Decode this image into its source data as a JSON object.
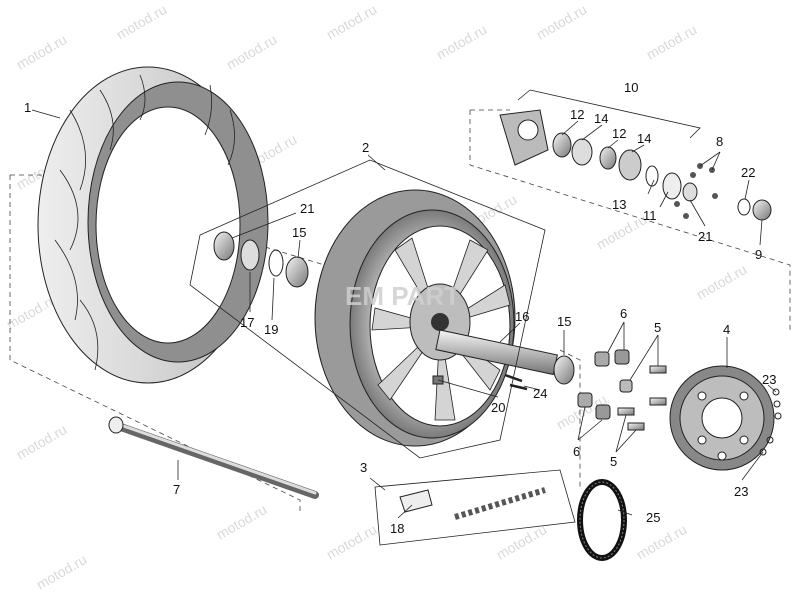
{
  "watermark": {
    "text": "motod.ru",
    "logo_text": "EM   PART"
  },
  "callouts": {
    "tire": "1",
    "rim": "2",
    "chain_kit": "3",
    "sprocket": "4",
    "bolt_upper": "5",
    "bolt_lower": "5",
    "damper_upper": "6",
    "damper_lower": "6",
    "axle": "7",
    "nut_set": "8",
    "nut_end": "9",
    "hub_assembly": "10",
    "circlip": "11",
    "bearing_a": "12",
    "bearing_b": "12",
    "seal_right": "13",
    "spacer_a": "14",
    "spacer_b": "14",
    "bearing_left": "15",
    "bearing_right": "15",
    "spacer_tube": "16",
    "seal_left": "17",
    "chain_link": "18",
    "circlip_left": "19",
    "valve_stud": "20",
    "valve_left": "21",
    "valve_right": "21",
    "washer": "22",
    "sprocket_nut_upper": "23",
    "sprocket_nut_lower": "23",
    "screw_set": "24",
    "tone_ring": "25"
  }
}
